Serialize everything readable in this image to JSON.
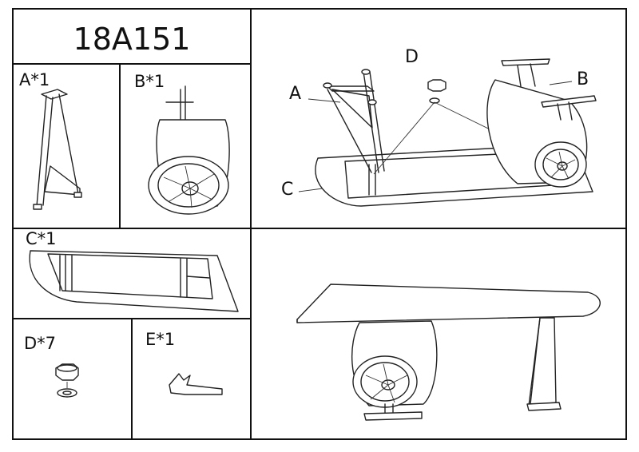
{
  "sheet": {
    "model": "18A151"
  },
  "parts": [
    {
      "id": "A",
      "label": "A*1"
    },
    {
      "id": "B",
      "label": "B*1"
    },
    {
      "id": "C",
      "label": "C*1"
    },
    {
      "id": "D",
      "label": "D*7"
    },
    {
      "id": "E",
      "label": "E*1"
    }
  ],
  "callouts": {
    "a": "A",
    "b": "B",
    "c": "C",
    "d": "D"
  }
}
